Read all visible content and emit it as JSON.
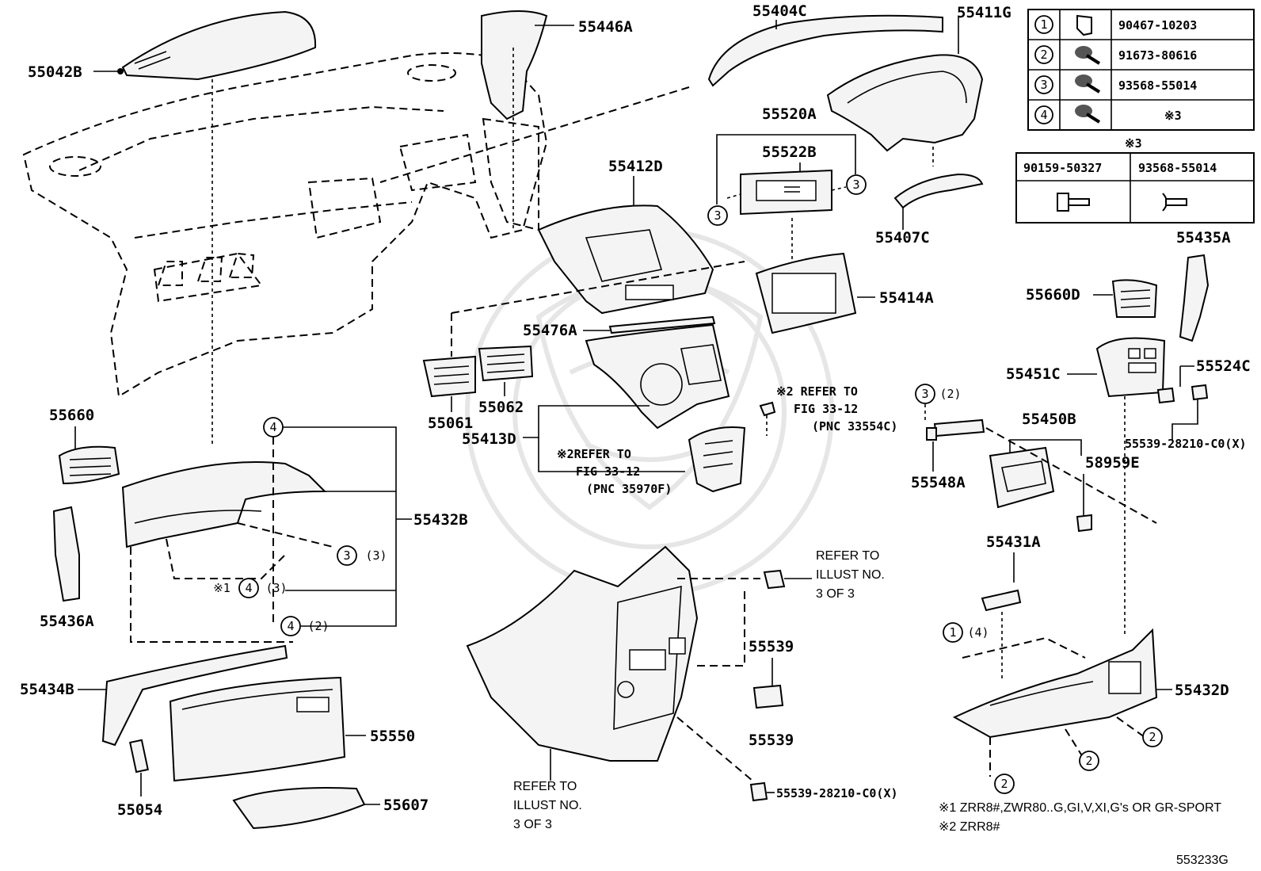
{
  "part_labels": {
    "p55042B": "55042B",
    "p55446A": "55446A",
    "p55404C": "55404C",
    "p55411G": "55411G",
    "p55520A": "55520A",
    "p55522B": "55522B",
    "p55412D": "55412D",
    "p55407C": "55407C",
    "p55435A": "55435A",
    "p55660D": "55660D",
    "p55414A": "55414A",
    "p55476A": "55476A",
    "p55451C": "55451C",
    "p55524C": "55524C",
    "p55660": "55660",
    "p55061": "55061",
    "p55062": "55062",
    "p55413D": "55413D",
    "p55450B": "55450B",
    "p58959E": "58959E",
    "p55548A": "55548A",
    "p55432B": "55432B",
    "p55436A": "55436A",
    "p55431A": "55431A",
    "p55539a": "55539",
    "p55539b": "55539",
    "p55434B": "55434B",
    "p55550": "55550",
    "p55432D": "55432D",
    "p55054": "55054",
    "p55607": "55607",
    "p55539x1": "55539-28210-C0(X)",
    "p55539x2": "55539-28210-C0(X)"
  },
  "callouts": {
    "n1": "1",
    "n2": "2",
    "n3": "3",
    "n4": "4",
    "q2": "(2)",
    "q3": "(3)",
    "q4": "(4)",
    "mark1": "※1"
  },
  "references": {
    "ref1_l1": "※2 REFER TO",
    "ref1_l2": "FIG 33-12",
    "ref1_l3": "(PNC 33554C)",
    "ref2_l1": "※2REFER TO",
    "ref2_l2": "FIG 33-12",
    "ref2_l3": "(PNC 35970F)",
    "ref3_l1": "REFER TO",
    "ref3_l2": "ILLUST NO.",
    "ref3_l3": "3 OF 3",
    "ref4_l1": "REFER TO",
    "ref4_l2": "ILLUST NO.",
    "ref4_l3": "3 OF 3"
  },
  "fastener_table": {
    "rows": [
      {
        "num": "1",
        "part": "90467-10203"
      },
      {
        "num": "2",
        "part": "91673-80616"
      },
      {
        "num": "3",
        "part": "93568-55014"
      },
      {
        "num": "4",
        "part": "※3"
      }
    ]
  },
  "note3_table": {
    "title": "※3",
    "cols": [
      "90159-50327",
      "93568-55014"
    ]
  },
  "footnotes": {
    "fn1": "※1 ZRR8#,ZWR80..G,GI,V,XI,G's OR GR-SPORT",
    "fn2": "※2 ZRR8#"
  },
  "illustration_id": "553233G"
}
